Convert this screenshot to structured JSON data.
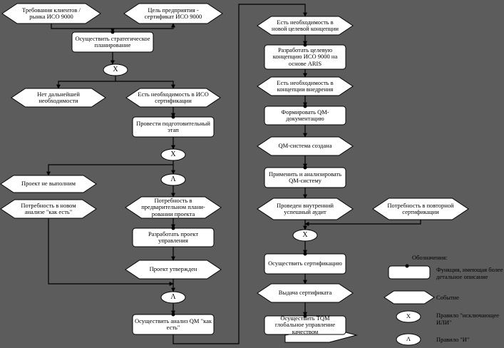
{
  "diagram": {
    "type": "EPC process flow (ISO 9000 certification)",
    "nodes": {
      "e_client_req": "Требования клиентов / рынка ИСО 9000",
      "e_goal": "Цель предприятия - сертификат ИСО 9000",
      "f_strategic": "Осуществить стратегическое планирование",
      "r_xor1": "X",
      "e_no_need": "Нет дальнейшей необходимости",
      "e_need_iso": "Есть необходимость в ИСО сертификации",
      "f_prep": "Провести подготовительный этап",
      "r_xor2": "X",
      "e_not_done": "Проект не выполним",
      "e_need_new": "Потребность в новом анализе \"как есть\"",
      "r_and1": "Λ",
      "e_need_plan": "Потребность в предварительном плани-ровании проекта",
      "f_dev_proj": "Разработать проект управления",
      "e_proj_ok": "Проект утвержден",
      "r_and2": "Λ",
      "f_analysis": "Осуществить анализ QM \"как есть\"",
      "e_need_target": "Есть необходимость в новой целевой концепции",
      "f_dev_concept": "Разработать целевую концепцию ИСО 9000 на основе ARIS",
      "e_need_impl": "Есть необходимость в концепции внедрения",
      "f_form_doc": "Формировать QM-документацию",
      "e_qm_created": "QM-система создана",
      "f_apply": "Применить и анализировать QM-систему",
      "e_audit": "Проведен внутренний успешный аудит",
      "e_recert": "Потребность в повторной сертификации",
      "r_xor3": "X",
      "f_certify": "Осуществить сертификацию",
      "e_cert_issued": "Выдача сертификата",
      "f_tqm": "Осуществить TQM глобальное управление качеством"
    },
    "legend": {
      "title": "Обозначения:",
      "function": "Функция, имеющая более детальное описание",
      "event": "Событие",
      "xor": "Правило \"исключающее ИЛИ\"",
      "and": "Правило \"И\"",
      "xor_symbol": "X",
      "and_symbol": "Λ"
    },
    "colors": {
      "background": "#5c5c5c",
      "shape_fill": "#ffffff",
      "line": "#000000"
    }
  }
}
